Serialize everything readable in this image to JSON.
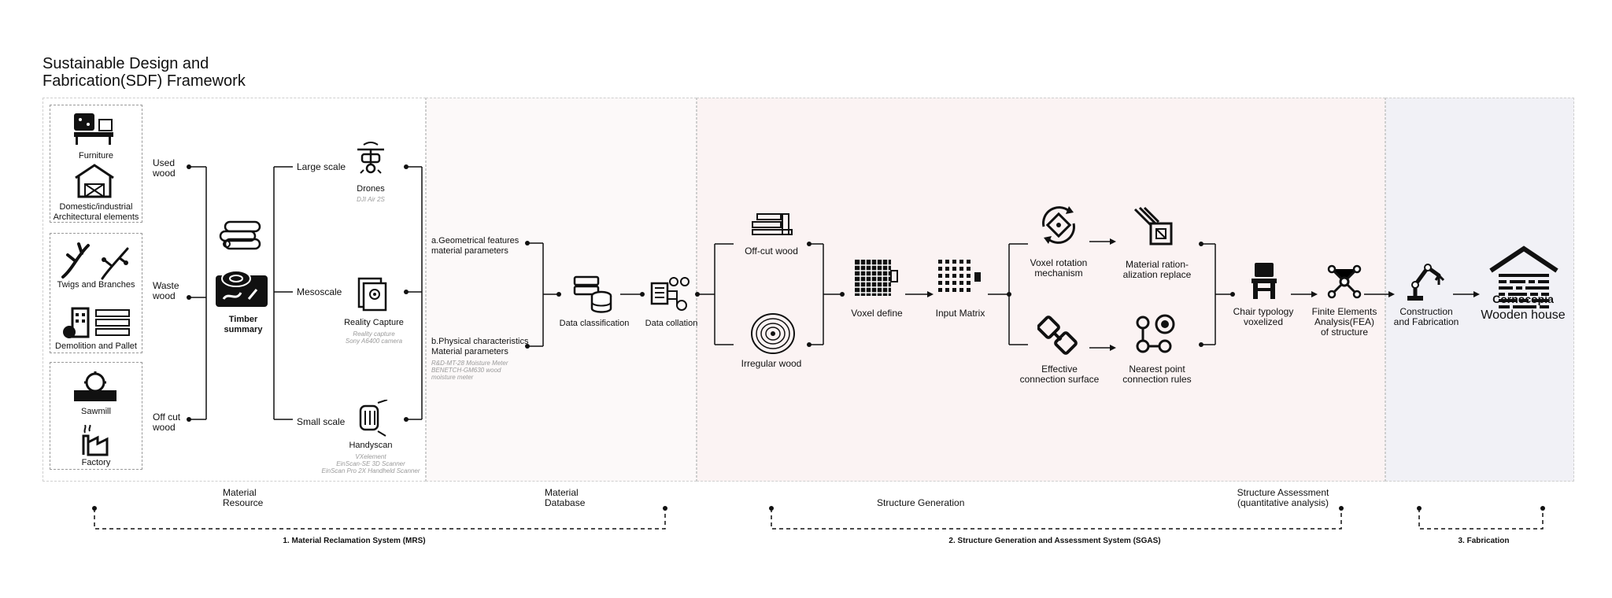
{
  "title": "Sustainable Design and\nFabrication(SDF) Framework",
  "sources": {
    "furniture": "Furniture",
    "domestic": "Domestic/industrial\nArchitectural elements",
    "twigs": "Twigs and Branches",
    "demolition": "Demolition and Pallet",
    "sawmill": "Sawmill",
    "factory": "Factory"
  },
  "wood_types": {
    "used": "Used\nwood",
    "waste": "Waste\nwood",
    "offcut": "Off cut\nwood"
  },
  "timber_summary": "Timber\nsummary",
  "scales": {
    "large": "Large scale",
    "meso": "Mesoscale",
    "small": "Small scale"
  },
  "devices": {
    "drones": "Drones",
    "drones_note": "DJI Air 2S",
    "reality": "Reality Capture",
    "reality_note": "Reality capture\nSony A6400 camera",
    "handyscan": "Handyscan",
    "handyscan_note": "VXelement\nEinScan-SE 3D Scanner\nEinScan Pro 2X Handheld Scanner"
  },
  "features": {
    "a": "a.Geometrical features\nmaterial parameters",
    "b": "b.Physical characteristics\nMaterial parameters",
    "b_note": "R&D-MT-28 Moisture Meter\nBENETCH-GM630 wood\nmoisture meter"
  },
  "data_classification": "Data classification",
  "data_collation": "Data collation",
  "offcut_wood": "Off-cut wood",
  "irregular_wood": "Irregular wood",
  "voxel_define": "Voxel define",
  "input_matrix": "Input Matrix",
  "voxel_rotation": "Voxel rotation\nmechanism",
  "material_ration": "Material ration-\nalization replace",
  "effective_connection": "Effective\nconnection surface",
  "nearest_point": "Nearest point\nconnection rules",
  "chair_typology": "Chair typology\nvoxelized",
  "fea": "Finite Elements\nAnalysis(FEA)\nof structure",
  "construction": "Construction\nand Fabrication",
  "cornocopia": "Cornocopia",
  "wooden_house": "Wooden house",
  "bottom": {
    "material_resource": "Material\nResource",
    "material_database": "Material\nDatabase",
    "structure_generation": "Structure Generation",
    "structure_assessment": "Structure Assessment\n(quantitative analysis)",
    "system1": "1. Material Reclamation System (MRS)",
    "system2": "2. Structure Generation and Assessment System (SGAS)",
    "system3": "3. Fabrication"
  }
}
